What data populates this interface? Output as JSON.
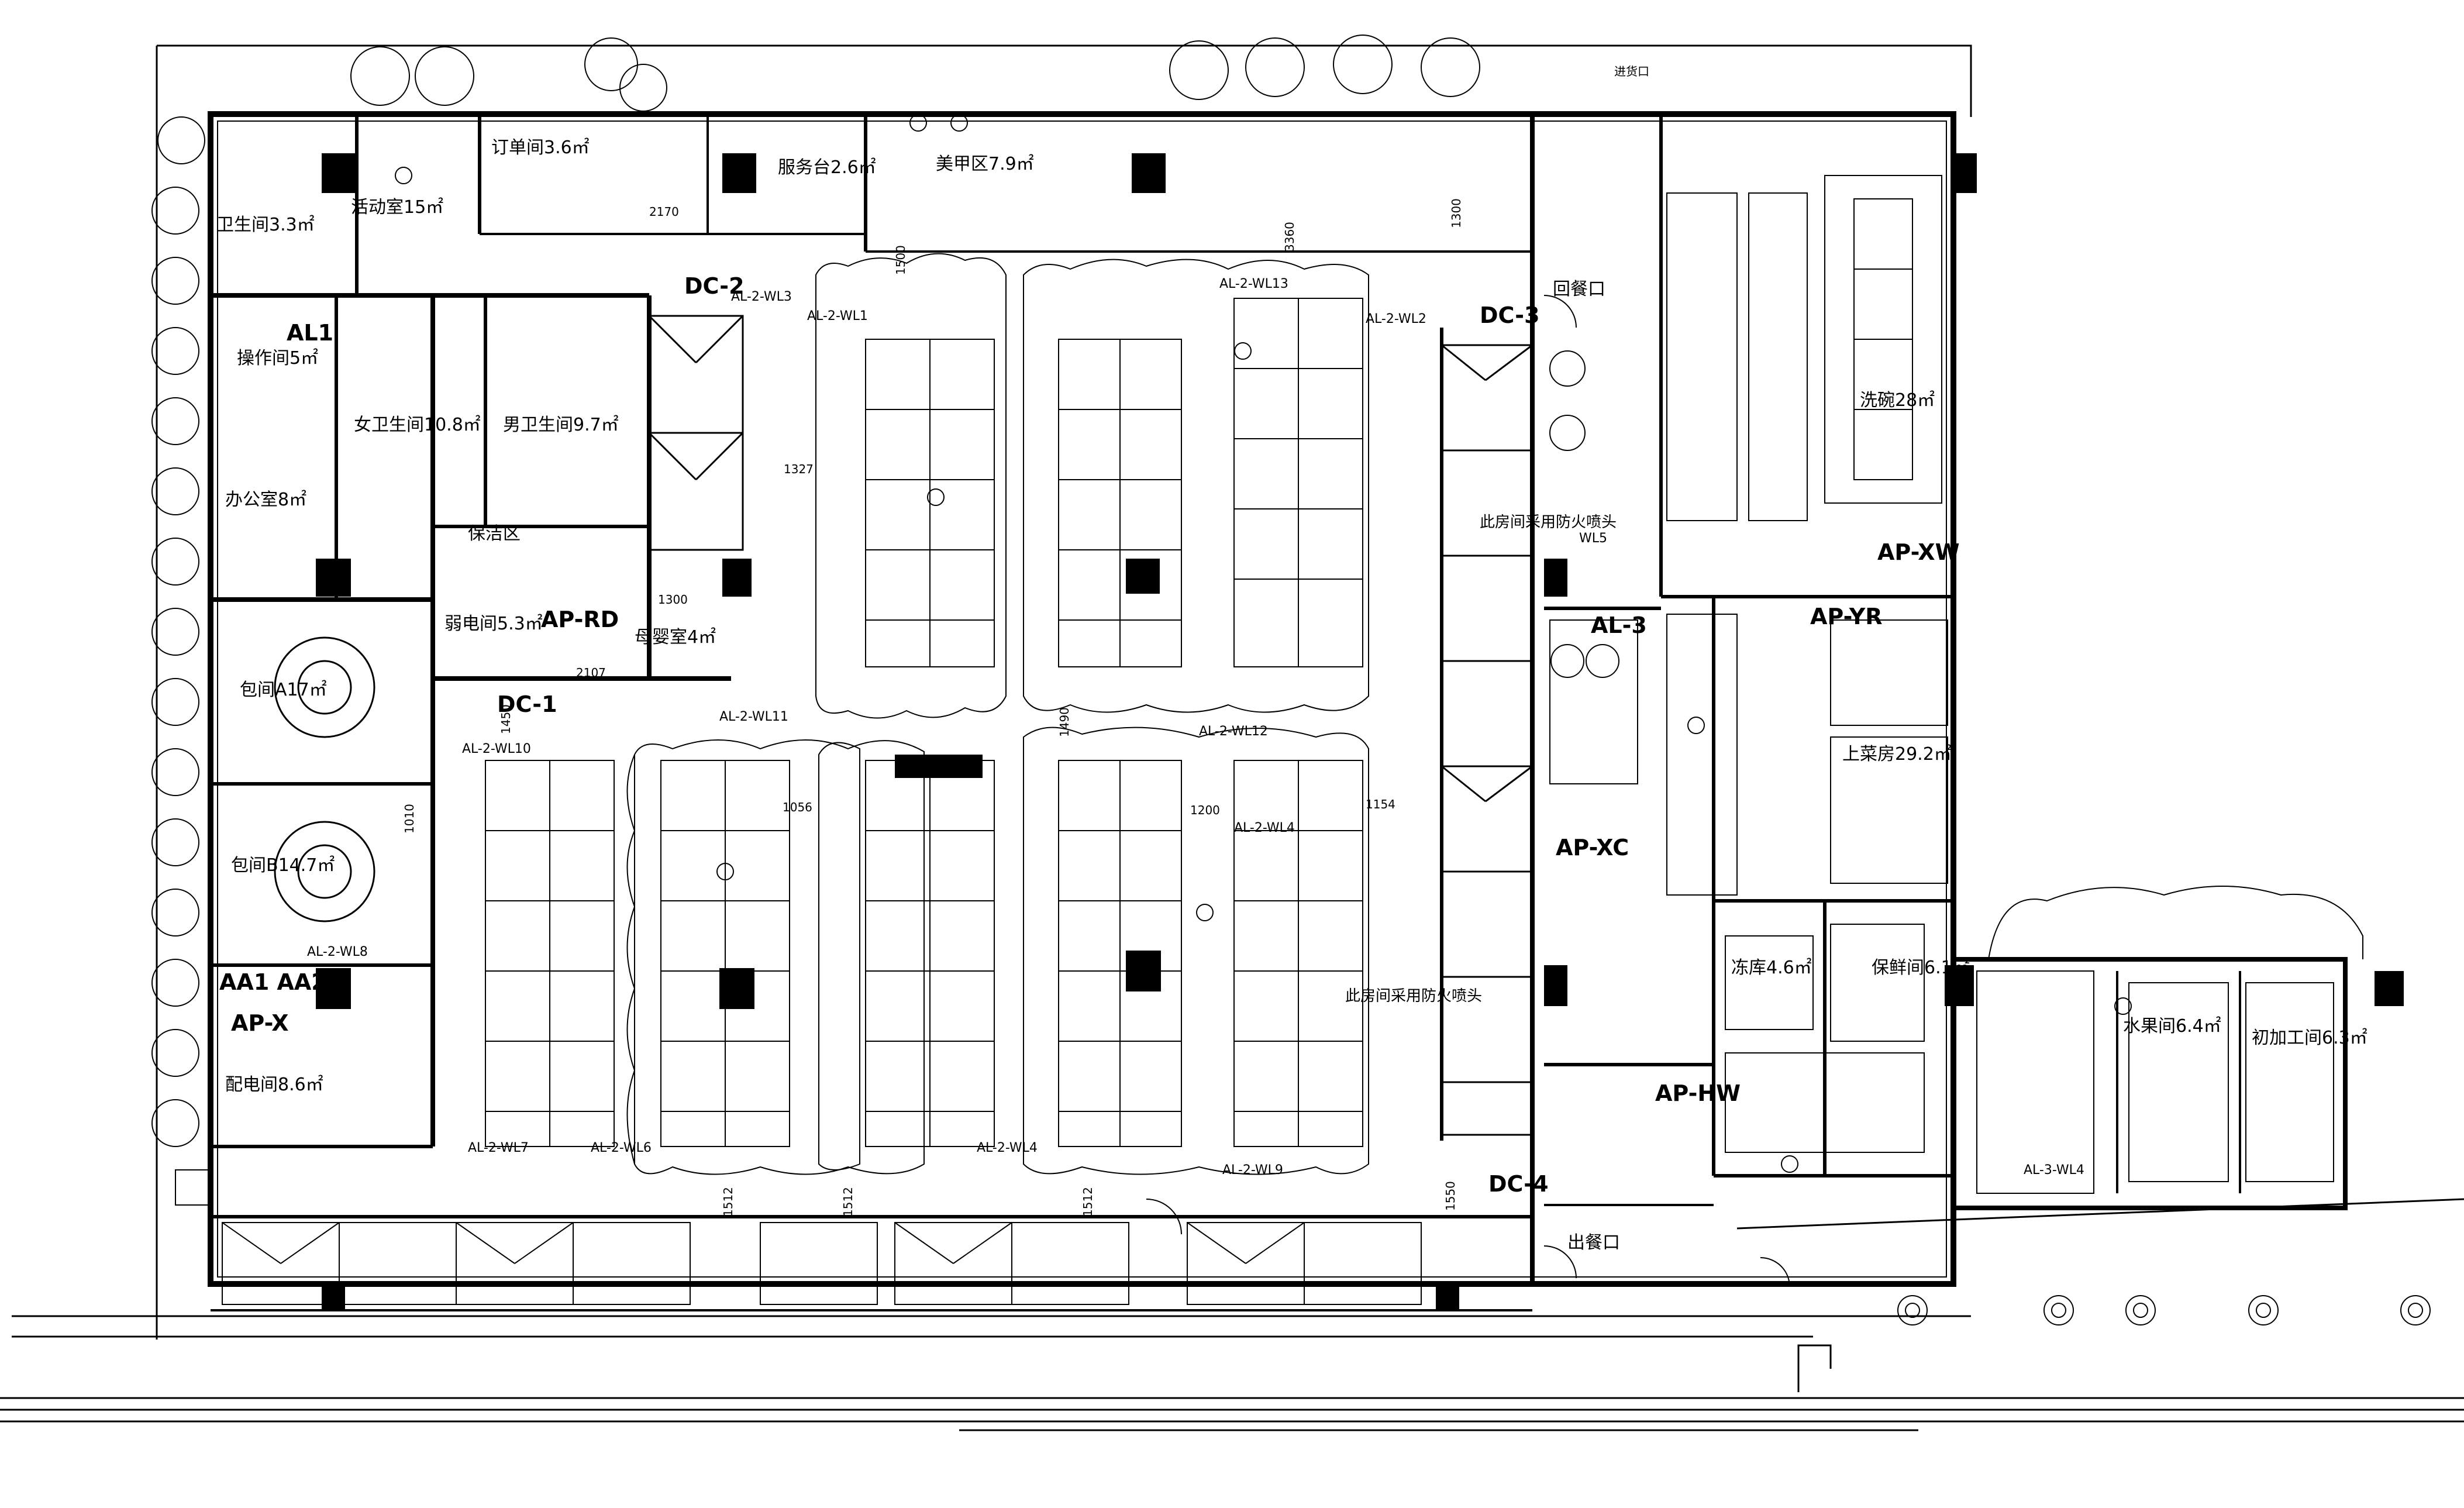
{
  "rooms": {
    "activity_room": "活动室15㎡",
    "order_room": "订单间3.6㎡",
    "stand": "服务台2.6㎡",
    "zone": "美甲区7.9㎡",
    "wc1": "卫生间3.3㎡",
    "operation": "操作间5㎡",
    "women_wc": "女卫生间10.8㎡",
    "men_wc": "男卫生间9.7㎡",
    "office": "办公室8㎡",
    "clean": "保洁区",
    "weak_room": "弱电间5.3㎡",
    "mother_room": "母婴室4㎡",
    "private_a": "包间A17㎡",
    "private_b": "包间B14.7㎡",
    "electric": "配电间8.6㎡",
    "wash": "洗碗28㎡",
    "serve": "上菜房29.2㎡",
    "freezer": "冻库4.6㎡",
    "fresh": "保鲜间6.1㎡",
    "fruit": "水果间6.4㎡",
    "process": "初加工间6.3㎡",
    "back_dining": "回餐口",
    "out_dining": "出餐口",
    "goods_in": "进货口",
    "kitchen_note": "此房间采用防火喷头",
    "room_note": "此房间采用防火喷头"
  },
  "codes": {
    "dc2": "DC-2",
    "dc3": "DC-3",
    "dc1": "DC-1",
    "dc4": "DC-4",
    "al3": "AL-3",
    "al1": "AL1",
    "aa": "AA1 AA2",
    "ap_rd": "AP-RD",
    "ap_xw": "AP-XW",
    "ap_yr": "AP-YR",
    "ap_xc": "AP-XC",
    "ap_hw": "AP-HW",
    "ap_x": "AP-X",
    "wl1": "AL-2-WL1",
    "wl2": "AL-2-WL2",
    "wl3": "AL-2-WL3",
    "wl4": "AL-2-WL4",
    "wl5": "WL5",
    "wl6": "AL-2-WL6",
    "wl7": "AL-2-WL7",
    "wl8": "AL-2-WL8",
    "wl9": "AL-2-WL9",
    "wl10": "AL-2-WL10",
    "wl11": "AL-2-WL11",
    "wl12": "AL-2-WL12",
    "wl13": "AL-2-WL13",
    "al3_wl4": "AL-3-WL4",
    "wl4b": "AL-2-WL4"
  },
  "dims": {
    "d2170": "2170",
    "d1500": "1500",
    "d3360": "3360",
    "d1300": "1300",
    "d1327": "1327",
    "d1300b": "1300",
    "d1490": "1490",
    "d1056": "1056",
    "d1200": "1200",
    "d1154": "1154",
    "d1010": "1010",
    "d1512": "1512",
    "d1512b": "1512",
    "d1512c": "1512",
    "d1550": "1550",
    "d2107": "2107",
    "d1450": "1450"
  }
}
